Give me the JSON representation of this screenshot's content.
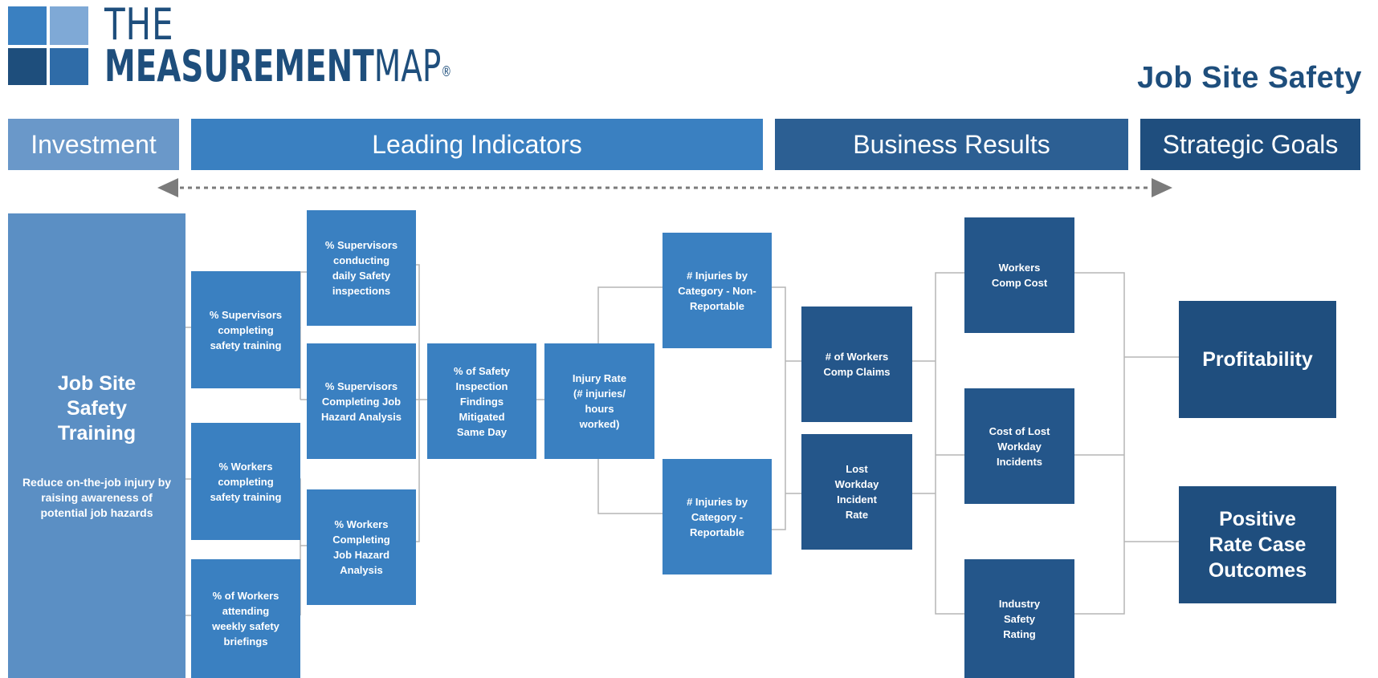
{
  "logo": {
    "line1": "THE",
    "line2_bold": "MEASUREMENT",
    "line2_light": "MAP",
    "mark": "®"
  },
  "page_title": "Job Site Safety",
  "bands": {
    "investment": "Investment",
    "leading": "Leading Indicators",
    "business": "Business Results",
    "strategic": "Strategic Goals"
  },
  "investment": {
    "title": "Job Site Safety Training",
    "description": "Reduce on-the-job injury by raising awareness of potential job hazards"
  },
  "nodes": {
    "sup_training": "% Supervisors completing safety training",
    "workers_training": "% Workers completing safety training",
    "workers_briefings": "% of Workers attending weekly safety briefings",
    "sup_inspections": "% Supervisors conducting daily Safety inspections",
    "sup_jha": "% Supervisors Completing Job Hazard Analysis",
    "workers_jha": "% Workers Completing Job Hazard Analysis",
    "findings_mitigated": "% of Safety Inspection Findings Mitigated Same Day",
    "injury_rate": "Injury Rate (# injuries/ hours worked)",
    "injuries_nonreportable": "# Injuries by Category - Non-Reportable",
    "injuries_reportable": "# Injuries by Category - Reportable",
    "comp_claims": "# of Workers Comp Claims",
    "lost_workday_rate": "Lost Workday Incident Rate",
    "comp_cost": "Workers Comp Cost",
    "lost_workday_cost": "Cost of Lost Workday Incidents",
    "industry_rating": "Industry Safety Rating"
  },
  "goals": {
    "profitability": "Profitability",
    "rate_case": "Positive Rate Case Outcomes"
  },
  "colors": {
    "investment_band": "#6a98c9",
    "leading_band": "#3a80c1",
    "business_band": "#2c5f93",
    "strategic_band": "#1f4e7e",
    "arrow": "#7b7b7b"
  }
}
